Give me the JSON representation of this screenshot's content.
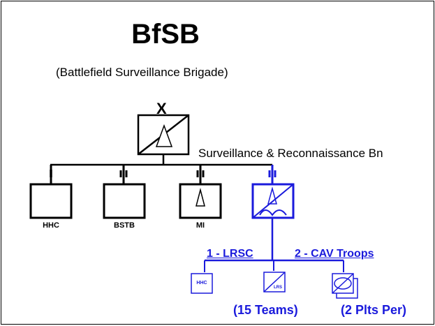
{
  "title": "BfSB",
  "subtitle": "(Battlefield Surveillance Brigade)",
  "echelon_brigade": "X",
  "bn_label": "Surveillance & Reconnaissance Bn",
  "units": {
    "hhc": "HHC",
    "bstb": "BSTB",
    "mi": "MI"
  },
  "sr_bn": {
    "lrsc": "1 - LRSC",
    "cav": "2 - CAV Troops",
    "sub_hhc": "HHC",
    "sub_lrs": "LRS",
    "teams": "(15 Teams)",
    "plts": "(2 Plts Per)"
  },
  "colors": {
    "black": "#000000",
    "blue": "#1a1adc"
  }
}
